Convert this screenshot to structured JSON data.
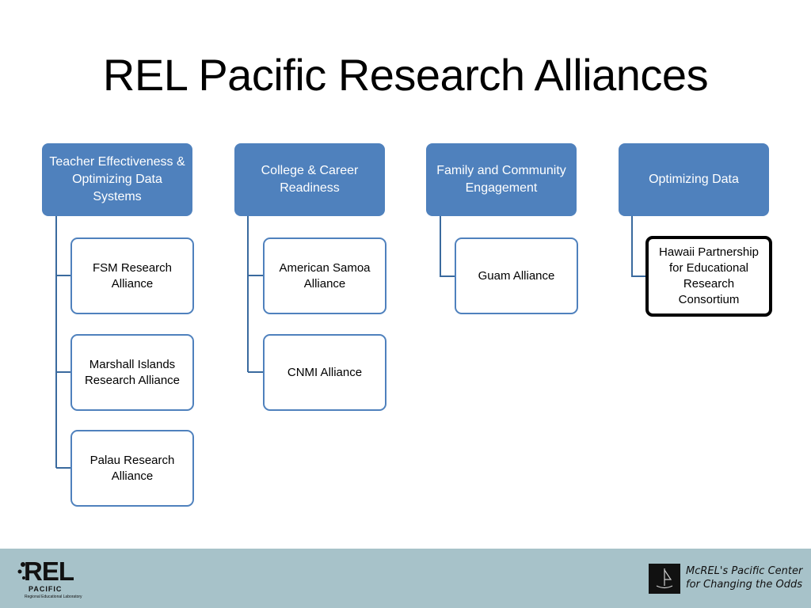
{
  "title": "REL Pacific Research Alliances",
  "categories": [
    {
      "label": "Teacher Effectiveness & Optimizing Data Systems",
      "children": [
        "FSM Research Alliance",
        "Marshall Islands Research Alliance",
        "Palau Research Alliance"
      ]
    },
    {
      "label": "College & Career Readiness",
      "children": [
        "American Samoa Alliance",
        "CNMI Alliance"
      ]
    },
    {
      "label": "Family and Community Engagement",
      "children": [
        "Guam Alliance"
      ]
    },
    {
      "label": "Optimizing Data",
      "children": [
        "Hawaii Partnership for Educational Research Consortium"
      ]
    }
  ],
  "footer": {
    "rel_logo": "REL",
    "rel_pacific": "PACIFIC",
    "rel_sub": "Regional Educational Laboratory",
    "mcrel_line1": "McREL's Pacific Center",
    "mcrel_line2": "for Changing the Odds"
  },
  "colors": {
    "category_fill": "#4f81bd",
    "child_border": "#4f81bd",
    "selected_border": "#000000",
    "footer_band": "#a7c2c9"
  }
}
